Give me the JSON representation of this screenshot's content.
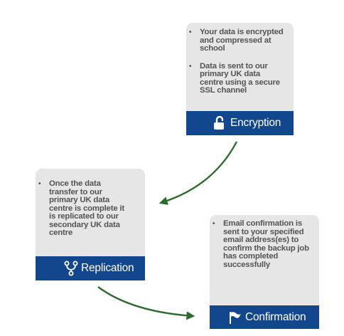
{
  "cards": {
    "encryption": {
      "bullets": [
        "Your data is encrypted and compressed at school",
        "Data is sent to our primary UK data centre using a secure SSL channel"
      ],
      "label": "Encryption",
      "icon": "padlock-open-icon"
    },
    "replication": {
      "bullets": [
        "Once the data transfer to our primary UK data centre is complete it is replicated to our secondary UK data centre"
      ],
      "label": "Replication",
      "icon": "branch-icon"
    },
    "confirmation": {
      "bullets": [
        "Email confirmation is sent to your specified email address(es) to confirm the backup job has completed successfully"
      ],
      "label": "Confirmation",
      "icon": "flag-icon"
    }
  },
  "colors": {
    "card_bg": "#e6e6e6",
    "footer_bg": "#12468d",
    "text": "#545454",
    "arrow": "#2e6b2e"
  },
  "bullet_glyph": "•"
}
